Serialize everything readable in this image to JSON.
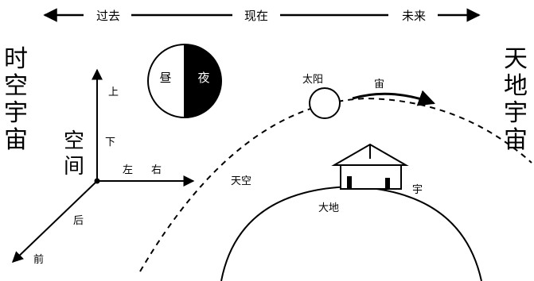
{
  "timeline": {
    "past": "过去",
    "present": "现在",
    "future": "未来"
  },
  "left_title": [
    "时",
    "空",
    "宇",
    "宙"
  ],
  "right_title": [
    "天",
    "地",
    "宇",
    "宙"
  ],
  "space_label": [
    "空",
    "间"
  ],
  "axes": {
    "up": "上",
    "down": "下",
    "left": "左",
    "right": "右",
    "back": "后",
    "front": "前"
  },
  "day_night": {
    "day": "昼",
    "night": "夜"
  },
  "sun": "太阳",
  "motion": "宙",
  "sky": "天空",
  "earth": "大地",
  "house": "宇"
}
